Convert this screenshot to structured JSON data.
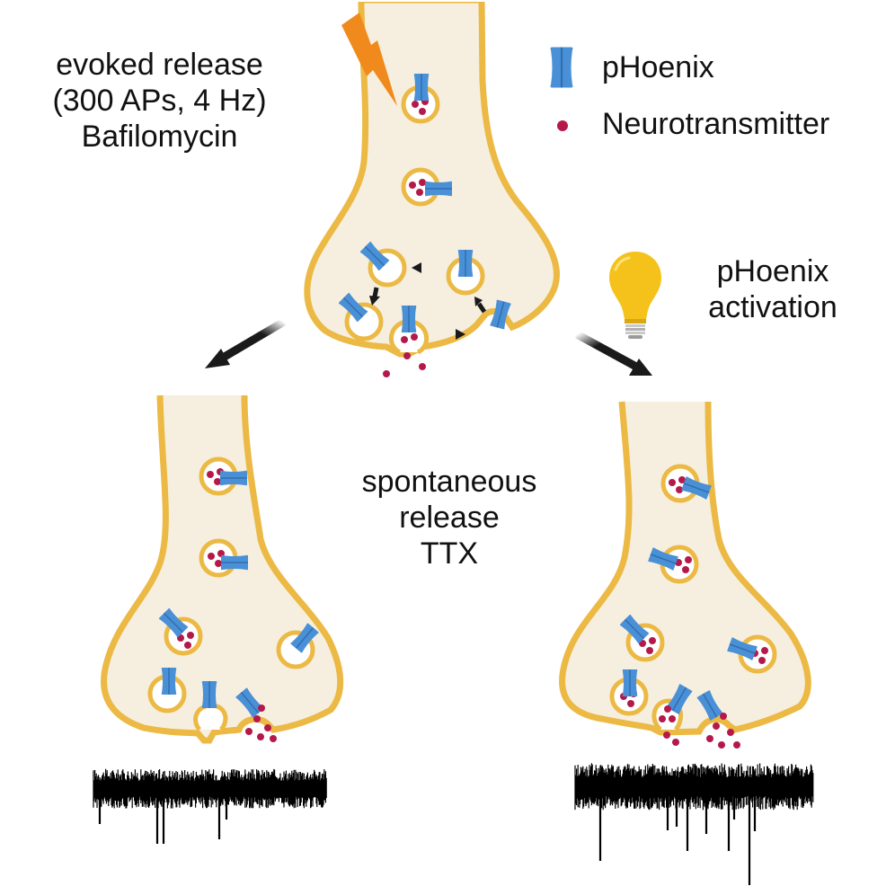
{
  "figure": {
    "description": "Schematic of synaptic vesicle release with pHoenix",
    "colors": {
      "terminal_fill": "#f6efdf",
      "membrane": "#ebb944",
      "vesicle_lumen": "#ffffff",
      "phoenix_blue": "#4a90d6",
      "phoenix_blue_dark": "#2f6fb0",
      "neurotransmitter": "#b5194a",
      "lightning": "#f08a1c",
      "bulb": "#f5c21b",
      "arrow": "#1a1a1a",
      "trace": "#000000"
    }
  },
  "labels": {
    "evoked": [
      "evoked release",
      "(300 APs, 4 Hz)",
      "Bafilomycin"
    ],
    "spontaneous": [
      "spontaneous",
      "release",
      "TTX"
    ],
    "activation": [
      "pHoenix",
      "activation"
    ]
  },
  "legend": {
    "items": [
      {
        "icon": "phoenix-channel-icon",
        "label": "pHoenix"
      },
      {
        "icon": "neurotransmitter-dot-icon",
        "label": "Neurotransmitter"
      }
    ]
  },
  "panels": {
    "top": {
      "name": "evoked-release-terminal",
      "stimulus_icon": "lightning-icon"
    },
    "bottom_left": {
      "name": "spontaneous-release-control",
      "trace": "mEPSC recording, few events"
    },
    "bottom_right": {
      "name": "spontaneous-release-phoenix-activated",
      "stimulus_icon": "light-bulb-icon",
      "trace": "mEPSC recording, many events"
    }
  }
}
